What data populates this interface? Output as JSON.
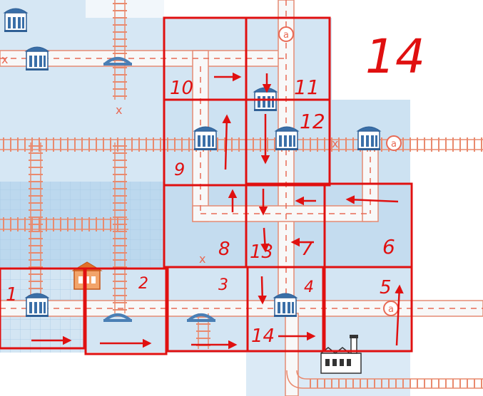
{
  "board": {
    "round_number": "14",
    "cell_labels": [
      "1",
      "2",
      "3",
      "4",
      "5",
      "6",
      "7",
      "8",
      "9",
      "10",
      "11",
      "12",
      "13",
      "14"
    ],
    "exit_marker": "a",
    "cross_mark": "x",
    "colors": {
      "ink": "#e01010",
      "water_light": "#cfe3f2",
      "water_dark": "#b4d3ea",
      "station": "#3a6fa8",
      "road": "#f8f8f8",
      "rail": "#e98a6e",
      "grid": "#9dc2e0",
      "depot": "#e0702a"
    },
    "icons": [
      "station-icon",
      "bridge-icon",
      "depot-icon",
      "factory-icon",
      "exit-marker-icon",
      "arrow-icon",
      "cross-mark-icon"
    ]
  }
}
